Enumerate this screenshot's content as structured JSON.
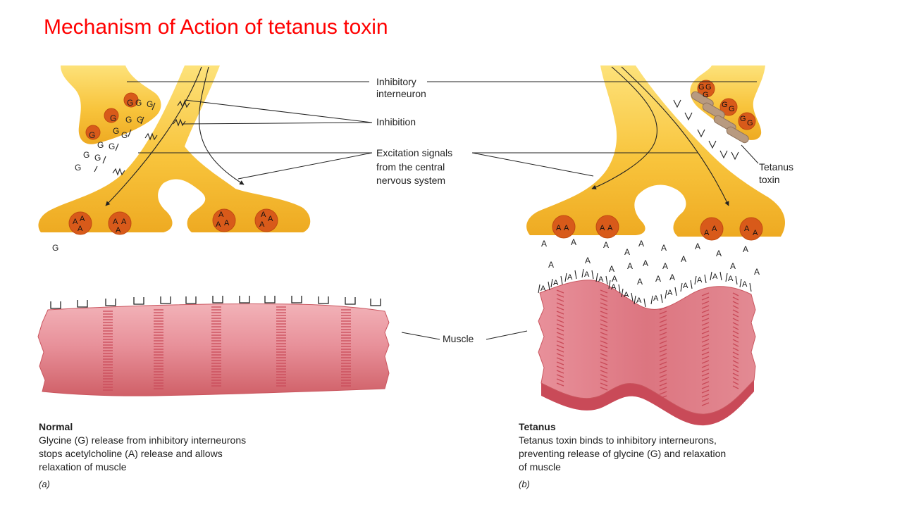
{
  "title": "Mechanism of Action of tetanus toxin",
  "labels": {
    "inhibitory_interneuron": [
      "Inhibitory",
      "interneuron"
    ],
    "inhibition": "Inhibition",
    "excitation_signals": [
      "Excitation signals",
      "from the central",
      "nervous system"
    ],
    "tetanus_toxin": [
      "Tetanus",
      "toxin"
    ],
    "muscle": "Muscle"
  },
  "symbols": {
    "glycine": "G",
    "acetylcholine": "A"
  },
  "panel_a": {
    "heading": "Normal",
    "text": [
      "Glycine (G) release from inhibitory interneurons",
      "stops acetylcholine (A) release and allows",
      "relaxation of muscle"
    ],
    "tag": "(a)"
  },
  "panel_b": {
    "heading": "Tetanus",
    "text": [
      "Tetanus toxin binds to inhibitory interneurons,",
      "preventing release of glycine (G) and relaxation",
      "of muscle"
    ],
    "tag": "(b)"
  },
  "colors": {
    "title": "#ff0000",
    "neuron": "#f7c23a",
    "vesicle": "#d85a1a",
    "muscle": "#e07c84",
    "toxin": "#b89a80"
  }
}
